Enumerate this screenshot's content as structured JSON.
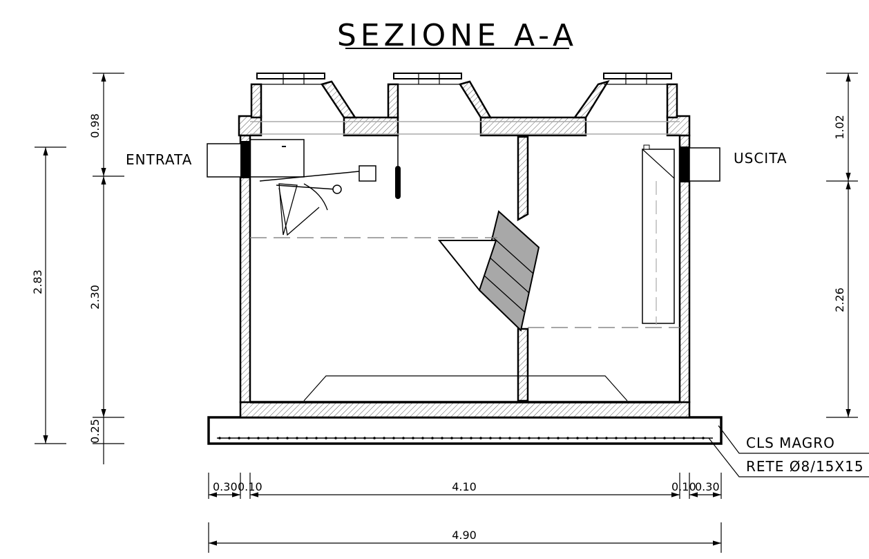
{
  "title": "SEZIONE A-A",
  "labels": {
    "inlet": "ENTRATA",
    "outlet": "USCITA",
    "lean_concrete": "CLS MAGRO",
    "mesh": "RETE Ø8/15X15"
  },
  "dimensions": {
    "left_top": "0.98",
    "left_mid": "2.30",
    "left_base": "0.25",
    "left_total": "2.83",
    "right_top": "1.02",
    "right_mid": "2.26",
    "bottom_wall_left": "0.30",
    "bottom_gap_left": "0.10",
    "bottom_inner": "4.10",
    "bottom_gap_right": "0.10",
    "bottom_wall_right": "0.30",
    "bottom_total": "4.90"
  },
  "colors": {
    "line": "#000000",
    "hatch": "#555555",
    "baffle_fill": "#a8a8a8"
  }
}
